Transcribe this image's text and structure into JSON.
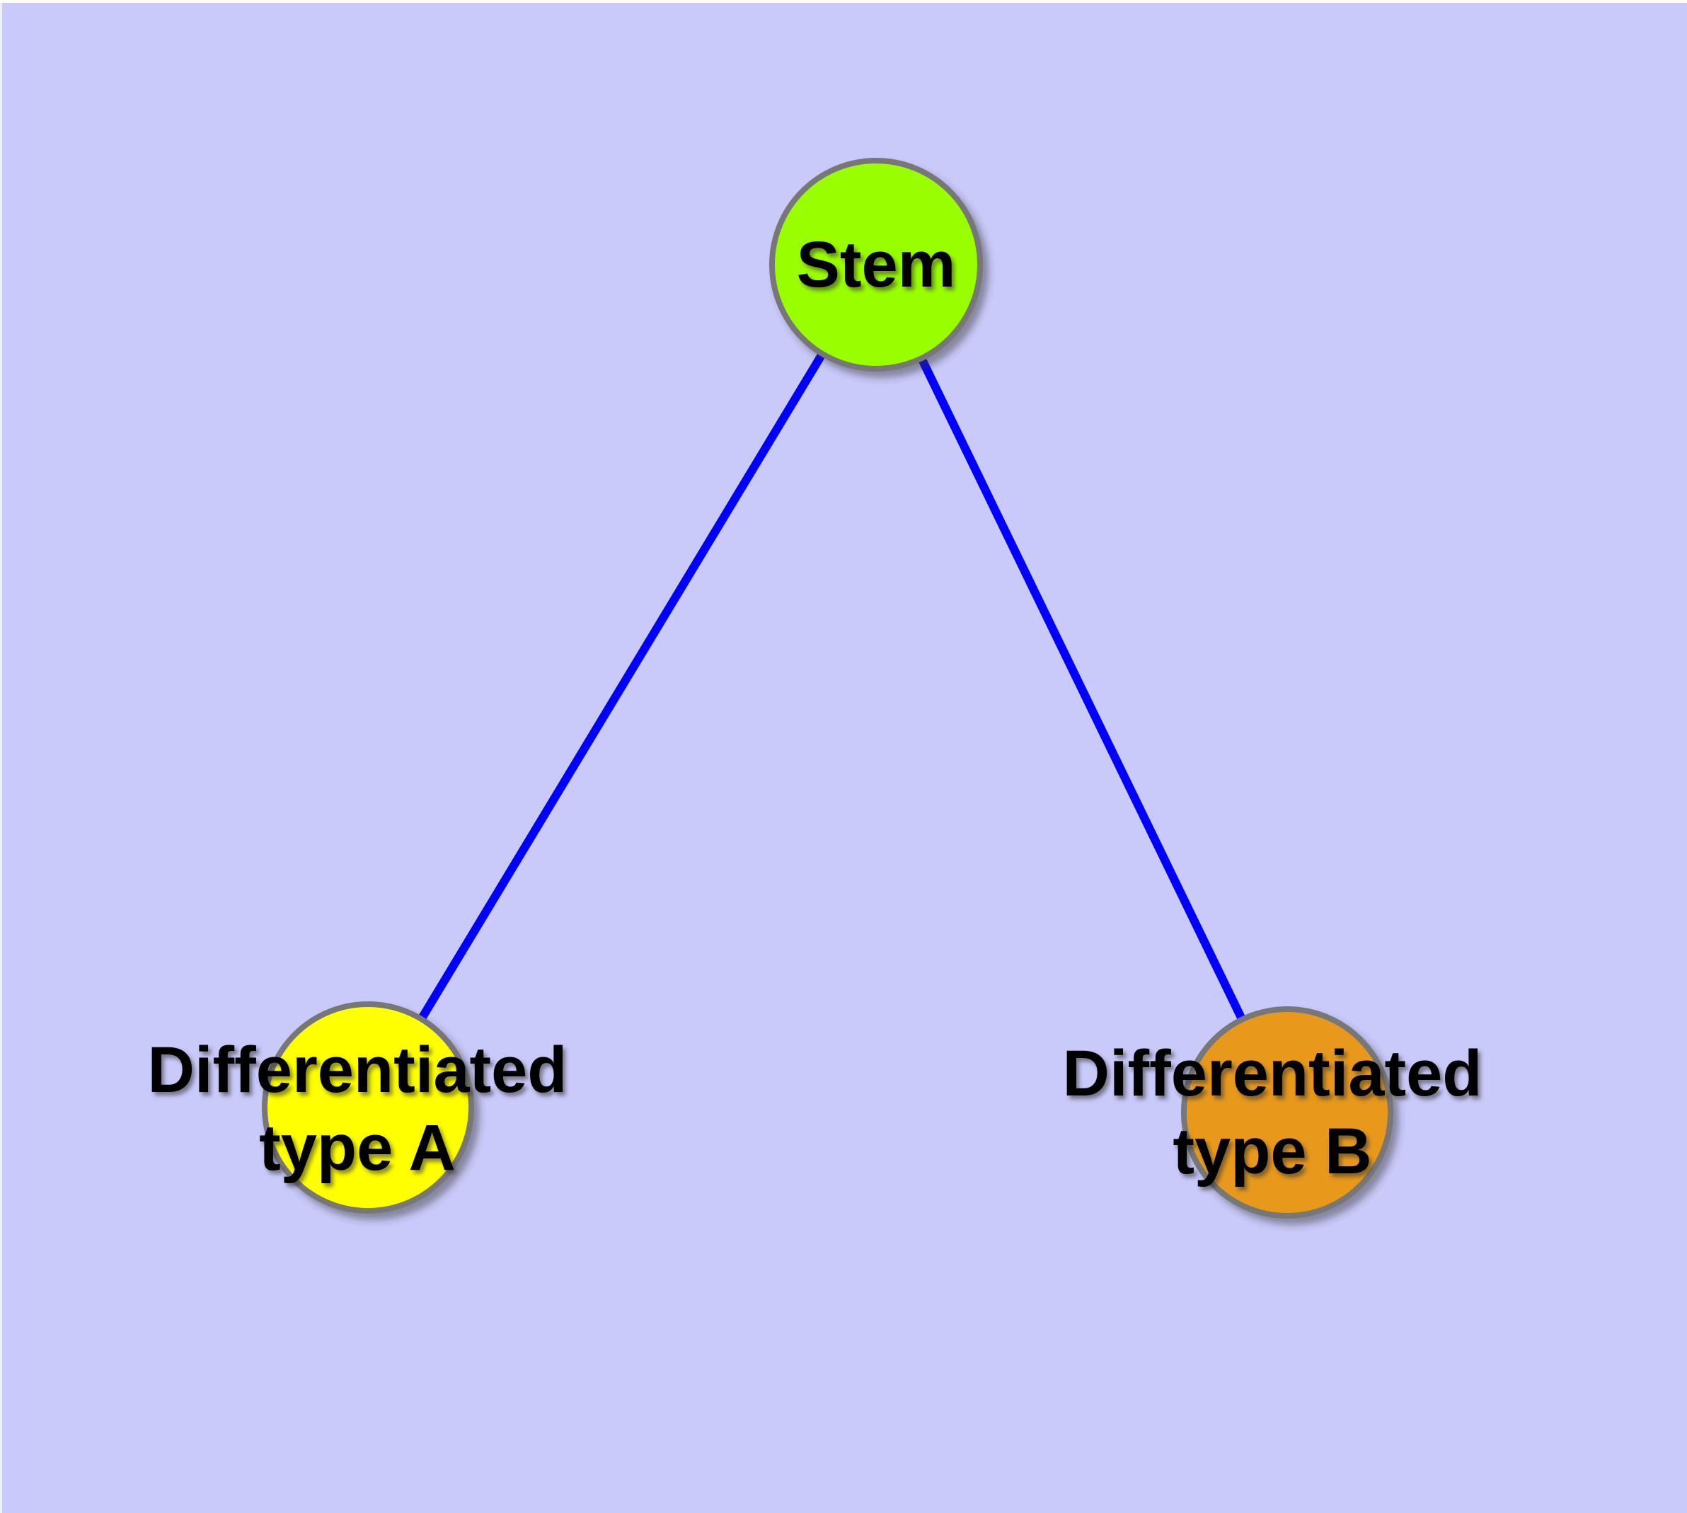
{
  "diagram": {
    "background_color": "#C9C9FA",
    "edge_color": "#0000FF",
    "node_border_color": "#777777",
    "label_color": "#000000",
    "nodes": {
      "stem": {
        "lines": [
          "Stem"
        ],
        "fill": "#99FF00"
      },
      "type_a": {
        "lines": [
          "Differentiated",
          "type A"
        ],
        "fill": "#FFFF00"
      },
      "type_b": {
        "lines": [
          "Differentiated",
          "type B"
        ],
        "fill": "#E8991E"
      }
    },
    "edges": [
      {
        "from": "Stem",
        "to": "Differentiated type A"
      },
      {
        "from": "Stem",
        "to": "Differentiated type B"
      }
    ]
  }
}
